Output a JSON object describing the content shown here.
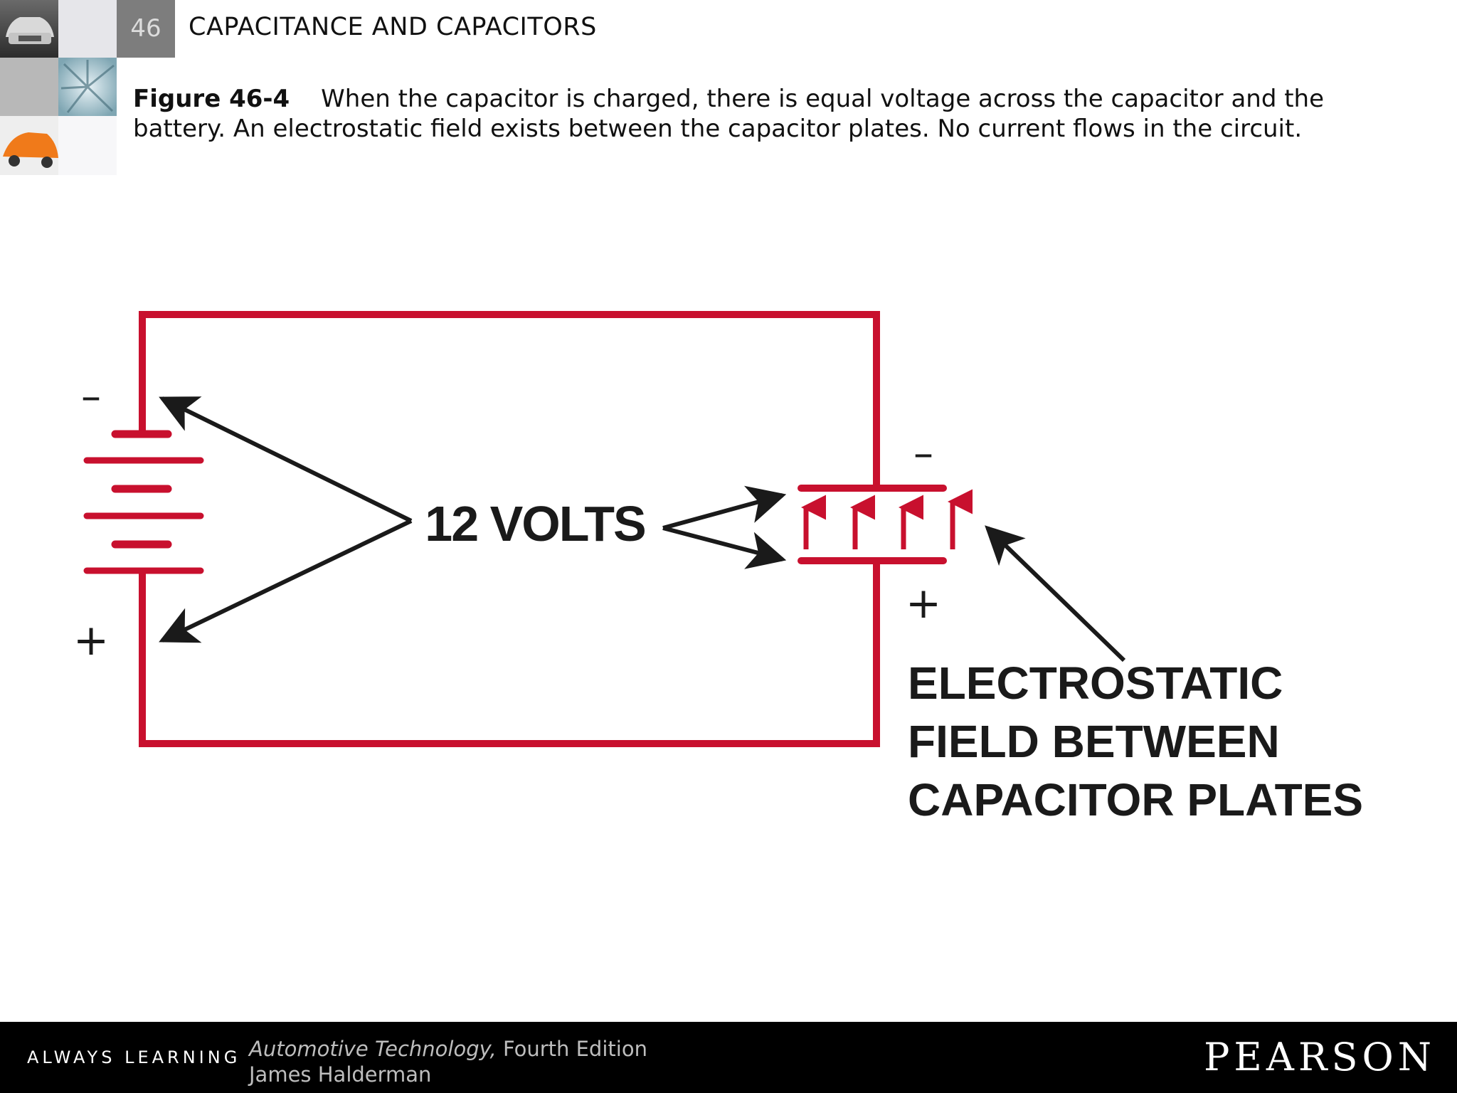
{
  "header": {
    "chapter_number": "46",
    "chapter_title": "CAPACITANCE AND CAPACITORS"
  },
  "caption": {
    "figure_label": "Figure 46-4",
    "text": "When the capacitor is charged, there is equal voltage across the capacitor and the battery. An electrostatic field exists between the capacitor plates. No current flows in the circuit."
  },
  "diagram": {
    "voltage_label": "12 VOLTS",
    "battery_negative": "–",
    "battery_positive": "+",
    "capacitor_negative": "–",
    "capacitor_positive": "+",
    "field_label_lines": [
      "ELECTROSTATIC",
      "FIELD BETWEEN",
      "CAPACITOR PLATES"
    ],
    "wire_color": "#c8102e",
    "arrow_color": "#1a1a1a"
  },
  "footer": {
    "tagline": "ALWAYS LEARNING",
    "book_title": "Automotive Technology,",
    "book_edition": " Fourth Edition",
    "author": "James Halderman",
    "publisher": "PEARSON"
  }
}
